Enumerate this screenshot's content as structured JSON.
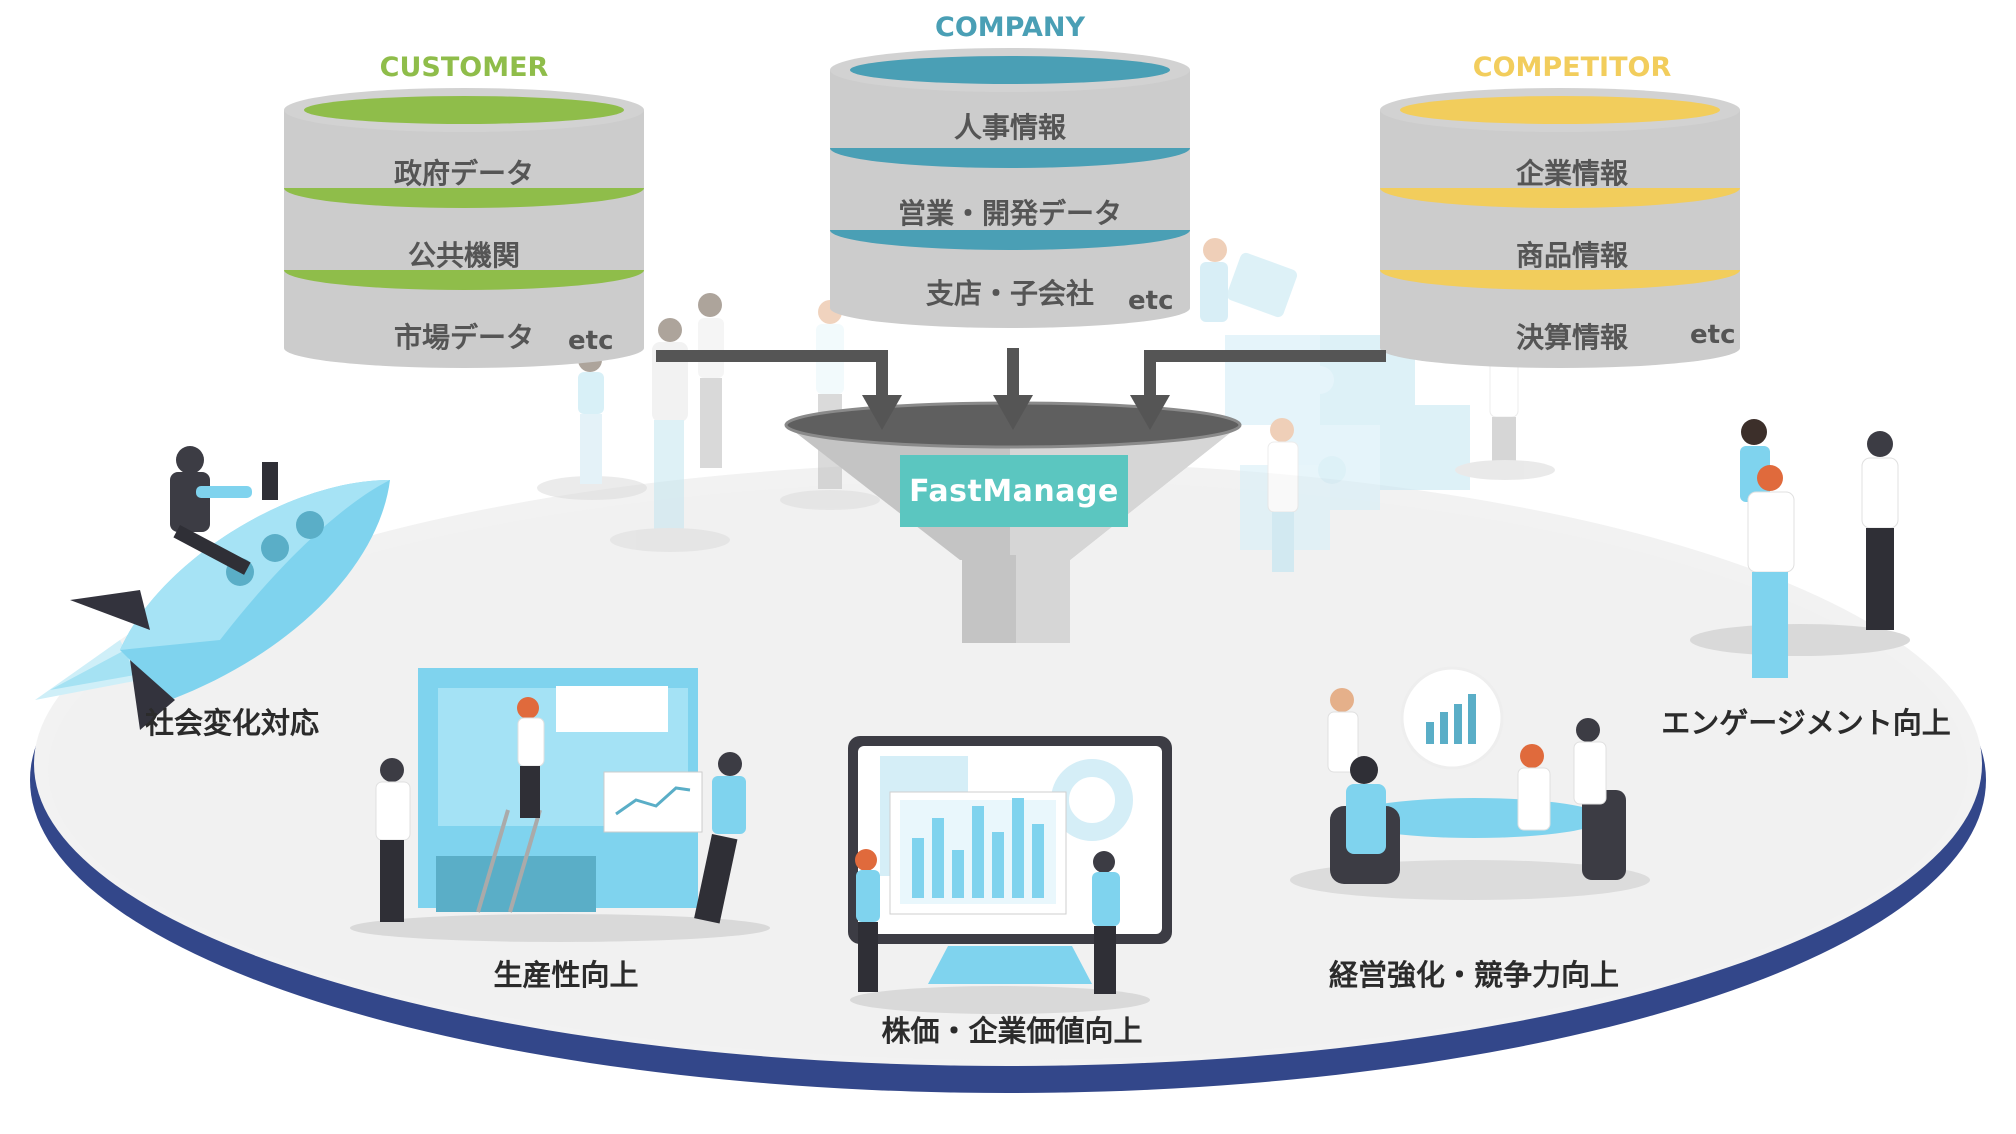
{
  "colors": {
    "customer": "#8fbd4a",
    "company": "#4a9fb5",
    "competitor": "#f2cd5c",
    "platform_rim": "#33478a",
    "brand": "#5bc6c0",
    "accent_blue": "#7fd3ee"
  },
  "databases": [
    {
      "category": "CUSTOMER",
      "items": [
        "政府データ",
        "公共機関",
        "市場データ"
      ],
      "extra": "etc"
    },
    {
      "category": "COMPANY",
      "items": [
        "人事情報",
        "営業・開発データ",
        "支店・子会社"
      ],
      "extra": "etc"
    },
    {
      "category": "COMPETITOR",
      "items": [
        "企業情報",
        "商品情報",
        "決算情報"
      ],
      "extra": "etc"
    }
  ],
  "funnel": {
    "label": "FastManage"
  },
  "outcomes": [
    "社会変化対応",
    "生産性向上",
    "株価・企業価値向上",
    "経営強化・競争力向上",
    "エンゲージメント向上"
  ],
  "icons": [
    "database-icon",
    "funnel-icon",
    "arrow-down-icon",
    "rocket-icon",
    "puzzle-icon",
    "chart-icon",
    "monitor-icon",
    "meeting-icon",
    "people-icon"
  ]
}
